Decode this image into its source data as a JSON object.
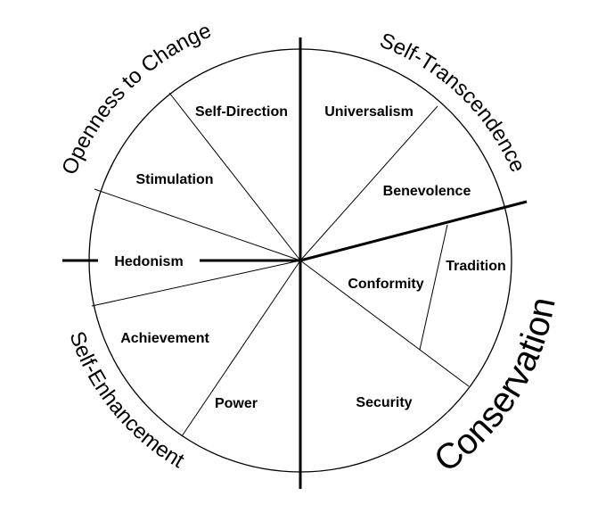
{
  "values": {
    "self_direction": "Self-Direction",
    "universalism": "Universalism",
    "stimulation": "Stimulation",
    "benevolence": "Benevolence",
    "hedonism": "Hedonism",
    "tradition": "Tradition",
    "conformity": "Conformity",
    "achievement": "Achievement",
    "power": "Power",
    "security": "Security"
  },
  "dimensions": {
    "openness": "Openness to Change",
    "self_transcendence": "Self-Transcendence",
    "self_enhancement": "Self-Enhancement",
    "conservation": "Conservation"
  },
  "colors": {
    "line": "#000000",
    "background": "#ffffff"
  }
}
